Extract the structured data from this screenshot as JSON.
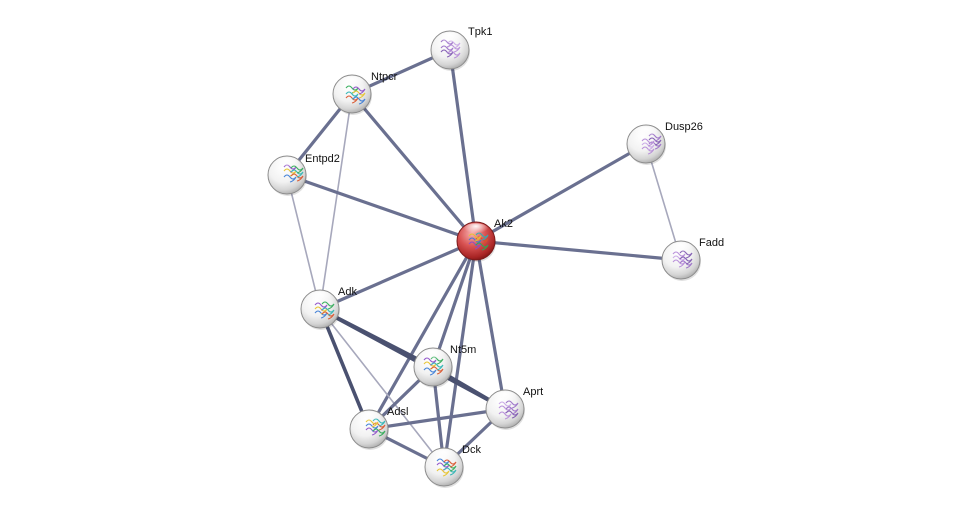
{
  "colors": {
    "query_node": "#c93a3a",
    "node": "#e6e6e6",
    "edge_strong": "#4a5170",
    "edge_medium": "#6a7090",
    "edge_weak": "#a7a8bc",
    "node_outline": "#8c8c8c"
  },
  "nodes": [
    {
      "id": "Tpk1",
      "label": "Tpk1",
      "query": false,
      "art": "purple"
    },
    {
      "id": "Ntpcr",
      "label": "Ntpcr",
      "query": false,
      "art": "rainbow"
    },
    {
      "id": "Entpd2",
      "label": "Entpd2",
      "query": false,
      "art": "rainbow"
    },
    {
      "id": "Ak2",
      "label": "Ak2",
      "query": true,
      "art": "rainbow"
    },
    {
      "id": "Dusp26",
      "label": "Dusp26",
      "query": false,
      "art": "purple"
    },
    {
      "id": "Fadd",
      "label": "Fadd",
      "query": false,
      "art": "purple"
    },
    {
      "id": "Adk",
      "label": "Adk",
      "query": false,
      "art": "rainbow"
    },
    {
      "id": "Nt5m",
      "label": "Nt5m",
      "query": false,
      "art": "rainbow"
    },
    {
      "id": "Aprt",
      "label": "Aprt",
      "query": false,
      "art": "purple"
    },
    {
      "id": "Adsl",
      "label": "Adsl",
      "query": false,
      "art": "rainbow"
    },
    {
      "id": "Dck",
      "label": "Dck",
      "query": false,
      "art": "rainbow"
    }
  ],
  "edges": [
    {
      "source": "Ntpcr",
      "target": "Tpk1",
      "strength": "medium"
    },
    {
      "source": "Tpk1",
      "target": "Ak2",
      "strength": "medium"
    },
    {
      "source": "Ntpcr",
      "target": "Ak2",
      "strength": "medium"
    },
    {
      "source": "Ntpcr",
      "target": "Entpd2",
      "strength": "medium"
    },
    {
      "source": "Ntpcr",
      "target": "Adk",
      "strength": "weak"
    },
    {
      "source": "Entpd2",
      "target": "Ak2",
      "strength": "medium"
    },
    {
      "source": "Entpd2",
      "target": "Adk",
      "strength": "weak"
    },
    {
      "source": "Dusp26",
      "target": "Ak2",
      "strength": "medium"
    },
    {
      "source": "Dusp26",
      "target": "Fadd",
      "strength": "weak"
    },
    {
      "source": "Ak2",
      "target": "Fadd",
      "strength": "medium"
    },
    {
      "source": "Ak2",
      "target": "Adk",
      "strength": "medium"
    },
    {
      "source": "Ak2",
      "target": "Nt5m",
      "strength": "medium"
    },
    {
      "source": "Ak2",
      "target": "Aprt",
      "strength": "medium"
    },
    {
      "source": "Ak2",
      "target": "Adsl",
      "strength": "medium"
    },
    {
      "source": "Ak2",
      "target": "Dck",
      "strength": "medium"
    },
    {
      "source": "Adk",
      "target": "Nt5m",
      "strength": "strong"
    },
    {
      "source": "Adk",
      "target": "Aprt",
      "strength": "strong"
    },
    {
      "source": "Adk",
      "target": "Adsl",
      "strength": "strong"
    },
    {
      "source": "Adk",
      "target": "Dck",
      "strength": "weak"
    },
    {
      "source": "Nt5m",
      "target": "Aprt",
      "strength": "strong"
    },
    {
      "source": "Nt5m",
      "target": "Adsl",
      "strength": "medium"
    },
    {
      "source": "Nt5m",
      "target": "Dck",
      "strength": "medium"
    },
    {
      "source": "Adsl",
      "target": "Aprt",
      "strength": "medium"
    },
    {
      "source": "Adsl",
      "target": "Dck",
      "strength": "medium"
    },
    {
      "source": "Aprt",
      "target": "Dck",
      "strength": "medium"
    }
  ]
}
